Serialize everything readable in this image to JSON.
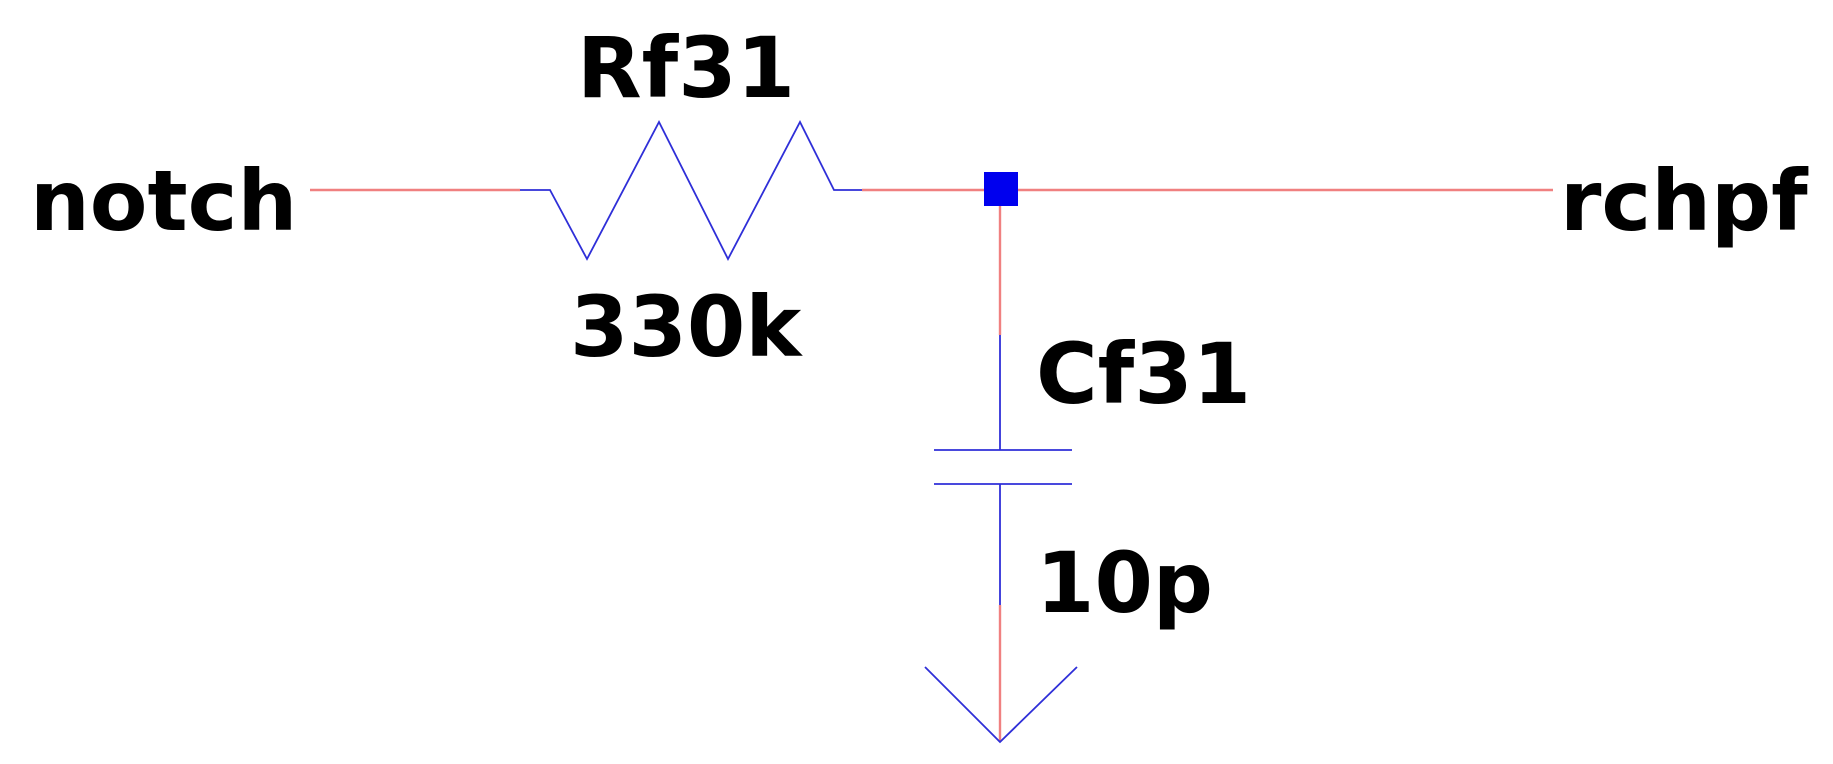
{
  "nets": {
    "input": "notch",
    "output": "rchpf"
  },
  "resistor": {
    "reference": "Rf31",
    "value": "330k"
  },
  "capacitor": {
    "reference": "Cf31",
    "value": "10p"
  },
  "colors": {
    "wire": "#f08080",
    "component": "#2f2fd8",
    "junction": "#0000ee",
    "text": "#000000",
    "background": "#ffffff"
  }
}
